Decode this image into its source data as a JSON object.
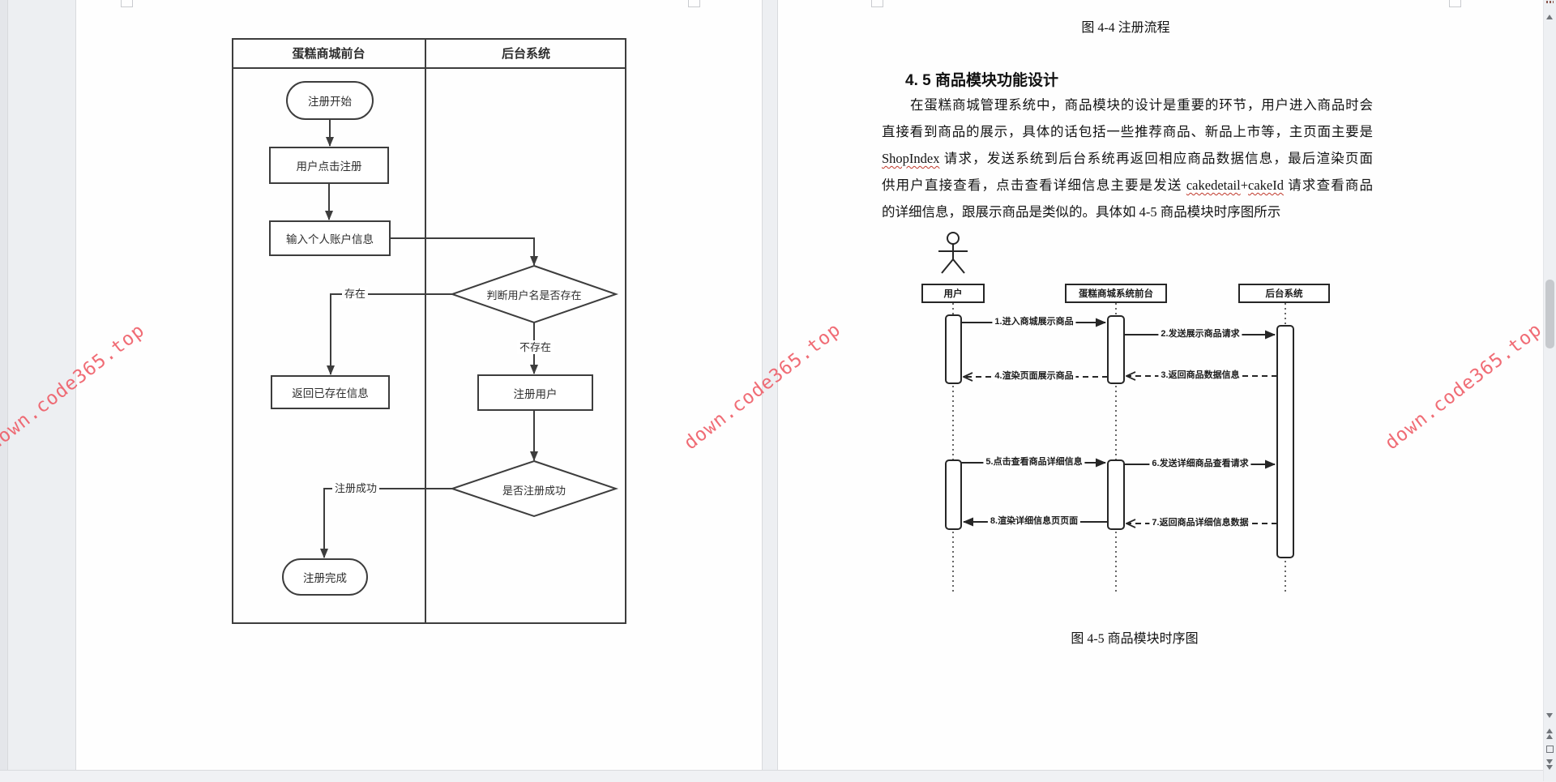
{
  "watermark": {
    "text": "down.code365.top",
    "color": "#ee5862"
  },
  "flowchart": {
    "lane_front": "蛋糕商城前台",
    "lane_back": "后台系统",
    "start": "注册开始",
    "click": "用户点击注册",
    "input": "输入个人账户信息",
    "check_name": "判断用户名是否存在",
    "exists": "存在",
    "not_exists": "不存在",
    "return_exists": "返回已存在信息",
    "register": "注册用户",
    "check_ok": "是否注册成功",
    "ok": "注册成功",
    "done": "注册完成"
  },
  "doc": {
    "fig44": "图 4-4 注册流程",
    "heading": "4. 5 商品模块功能设计",
    "p": {
      "l1": "在蛋糕商城管理系统中，商品模块的设计是重要的环节，用户进入商品时会",
      "l2": "直接看到商品的展示，具体的话包括一些推荐商品、新品上市等，主页面主要是",
      "l3a": "ShopIndex",
      "l3b": " 请求，发送系统到后台系统再返回相应商品数据信息，最后渲染页面",
      "l4a": "供用户直接查看，点击查看详细信息主要是发送 ",
      "l4b": "cakedetail",
      "l4c": "+",
      "l4d": "cakeId",
      "l4e": " 请求查看商品",
      "l5": "的详细信息，跟展示商品是类似的。具体如 4-5 商品模块时序图所示"
    },
    "fig45": "图 4-5 商品模块时序图"
  },
  "seq": {
    "actors": [
      "用户",
      "蛋糕商城系统前台",
      "后台系统"
    ],
    "messages": [
      "1.进入商城展示商品",
      "2.发送展示商品请求",
      "3.返回商品数据信息",
      "4.渲染页面展示商品",
      "5.点击查看商品详细信息",
      "6.发送详细商品查看请求",
      "7.返回商品详细信息数据",
      "8.渲染详细信息页页面"
    ]
  }
}
